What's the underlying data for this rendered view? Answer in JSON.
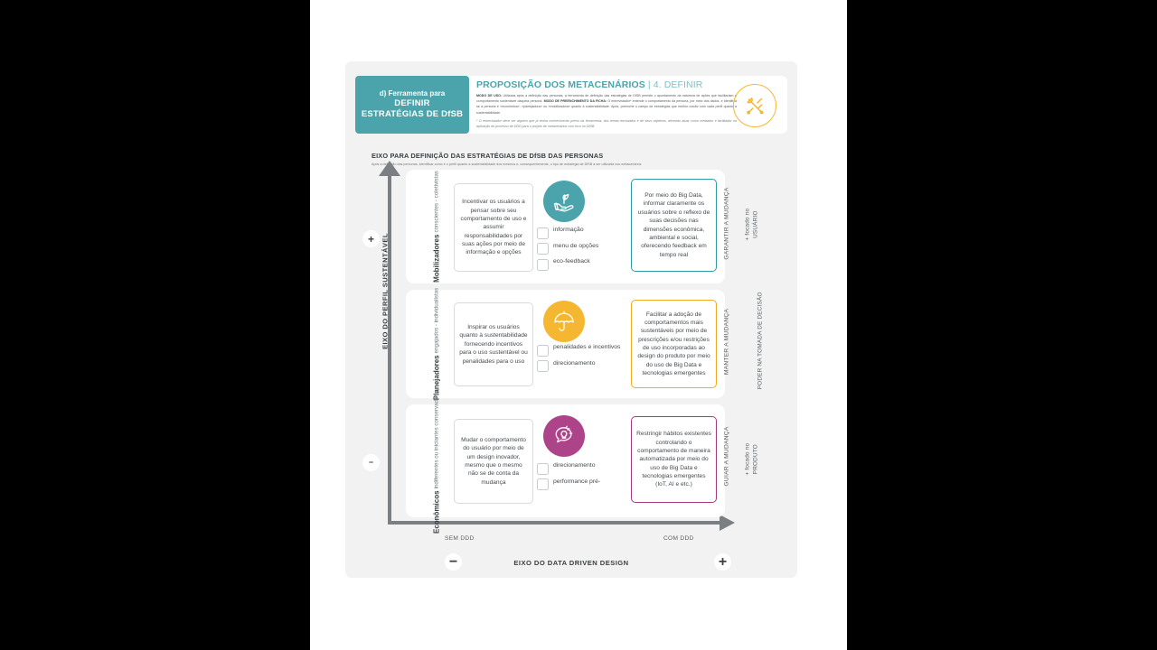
{
  "header": {
    "tag_line1": "d) Ferramenta para",
    "tag_line2": "DEFINIR",
    "tag_line3": "ESTRATÉGIAS DE DfSB",
    "title_main": "PROPOSIÇÃO DOS METACENÁRIOS",
    "title_sep": " | ",
    "title_step": "4. DEFINIR",
    "body_label_1": "MODO DE USO:",
    "body_text_1": " Utilizada após a definição das personas, a ferramenta de definição das estratégias de DfSB permite o apontamento da natureza de ações que facilitariam o comportamento sustentável daquela persona. ",
    "body_label_2": "MODO DE PREENCHIMENTO DA FICHA:",
    "body_text_2": " O entrevistador* entende o comportamento da persona, por meio dos dados, e identifica se a persona é «econômica», «planejadora» ou «mobilizadora» quanto à sustentabilidade. Após, preenche o campo de estratégias que melhor condiz com cada perfil quanto à sustentabilidade.",
    "body_note": "* O entrevistador deve ser alguém que já tenha conhecimento prévio da ferramenta, dos temas envolvidos e de seus objetivos, devendo atuar como mediador e facilitador na aplicação do processo de DDD para o projeto de metacenários com foco no DfSB.",
    "icon": "tools-icon",
    "icon_color": "#f5b731",
    "tag_color": "#4ba3ab",
    "title_color": "#4ba3ab"
  },
  "section": {
    "title": "EIXO PARA DEFINIÇÃO DAS ESTRATÉGIAS DE DfSB DAS PERSONAS",
    "subtitle": "Após a definição das personas, identificar como é o perfil quanto a sustentabilidade dos mesmos e, consequentemente, o tipo de estratégia de DfSB a ser utilizada nos metacenários."
  },
  "axes": {
    "y_label": "EIXO DO PERFIL SUSTENTÁVEL",
    "y_badge_top": "+",
    "y_badge_bottom": "−",
    "x_label": "EIXO DO DATA DRIVEN DESIGN",
    "x_badge_left": "−",
    "x_badge_right": "+",
    "x_tick_left": "SEM DDD",
    "x_tick_right": "COM DDD"
  },
  "rows": [
    {
      "persona_name": "Mobilizadores",
      "persona_desc": "conscientes - coletivistas",
      "left_box": "Incentivar os usuários a pensar sobre seu comportamento de uso e assumir responsabilidades por suas ações por meio de informação e opções",
      "icon": "hand-plant-icon",
      "icon_color": "#4ba3ab",
      "checks": [
        "informação",
        "menu de opções",
        "eco-feedback"
      ],
      "right_box": "Por meio do Big Data, informar claramente os usuários sobre o reflexo de suas decisões nas dimensões econômica, ambiental e social, oferecendo feedback em tempo real",
      "right_box_border": "#2e9aa3",
      "outcome": "GARANTIR A MUDANÇA",
      "focus_line1": "+ focado no",
      "focus_line2": "USUÁRIO"
    },
    {
      "persona_name": "Planejadores",
      "persona_desc": "engajados - individualistas",
      "left_box": "Inspirar os usuários quanto à sustentabilidade fornecendo incentivos para o uso sustentável ou penalidades para o uso",
      "icon": "umbrella-icon",
      "icon_color": "#f5b731",
      "checks": [
        "penalidades e incentivos",
        "direcionamento"
      ],
      "right_box": "Facilitar a adoção de comportamentos mais sustentáveis por meio de prescrições e/ou restrições de uso incorporadas ao design do produto por meio do uso de Big Data e tecnologias emergentes",
      "right_box_border": "#f2ab21",
      "outcome": "MANTER A MUDANÇA",
      "focus_line1": "PODER NA TOMADA DE DECISÃO",
      "focus_line2": ""
    },
    {
      "persona_name": "Econômicos",
      "persona_desc": "indiferentes ou iniciantes conservadores",
      "left_box": "Mudar o comportamento do usuário por meio de um design inovador, mesmo que o mesmo não se de conta da mudança",
      "icon": "lightbulb-speech-icon",
      "icon_color": "#ad4388",
      "checks": [
        "direcionamento",
        "performance pré-"
      ],
      "right_box": "Restringir hábitos existentes controlando o comportamento de maneira automatizada por meio do uso de Big Data e tecnologias emergentes (IoT, AI e etc.)",
      "right_box_border": "#a43b80",
      "outcome": "GUIAR A MUDANÇA",
      "focus_line1": "+ focado no",
      "focus_line2": "PRODUTO"
    }
  ]
}
